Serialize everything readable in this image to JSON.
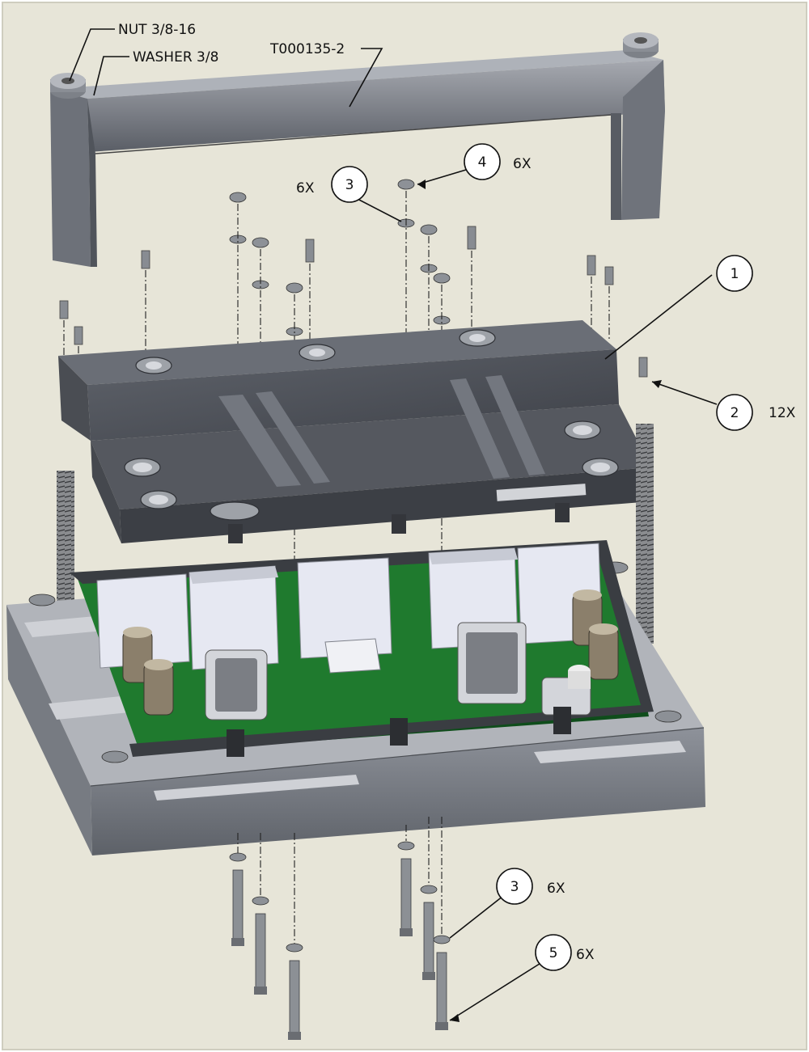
{
  "callouts": {
    "nut": "NUT 3/8-16",
    "washer": "WASHER 3/8",
    "frame_part": "T000135-2"
  },
  "balloons": [
    {
      "num": "1",
      "qty": ""
    },
    {
      "num": "2",
      "qty": "12X"
    },
    {
      "num": "3",
      "qty": "6X"
    },
    {
      "num": "4",
      "qty": "6X"
    },
    {
      "num": "3",
      "qty": "6X"
    },
    {
      "num": "5",
      "qty": "6X"
    }
  ],
  "colors": {
    "background": "#e7e5d8",
    "metal_gray": "#6b6f77",
    "frame_gray": "#7a7e87",
    "pcb_green": "#1f7a2e",
    "component_white": "#e6e8f2"
  }
}
